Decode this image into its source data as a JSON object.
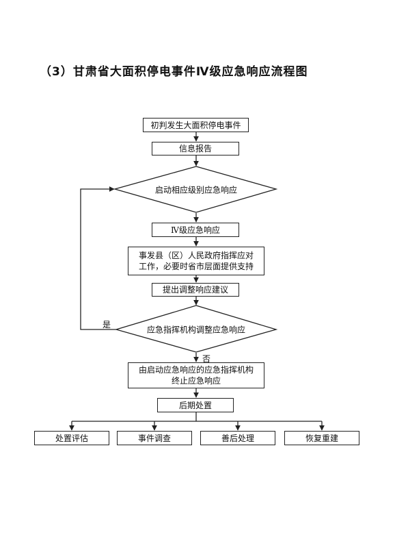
{
  "title": "（3）甘肃省大面积停电事件Ⅳ级应急响应流程图",
  "nodes": {
    "initial_judgment": "初判发生大面积停电事件",
    "info_report": "信息报告",
    "start_decision": "启动相应级别应急响应",
    "level4_response": "Ⅳ级应急响应",
    "county_command_line1": "事发县（区）人民政府指挥应对",
    "county_command_line2": "工作，必要时省市层面提供支持",
    "propose_adjust": "提出调整响应建议",
    "adjust_decision": "应急指挥机构调整应急响应",
    "terminate_line1": "由启动应急响应的应急指挥机构",
    "terminate_line2": "终止应急响应",
    "aftermath": "后期处置",
    "sub_evaluation": "处置评估",
    "sub_investigation": "事件调查",
    "sub_rehab": "善后处理",
    "sub_rebuild": "恢复重建"
  },
  "edge_labels": {
    "yes": "是",
    "no": "否"
  }
}
